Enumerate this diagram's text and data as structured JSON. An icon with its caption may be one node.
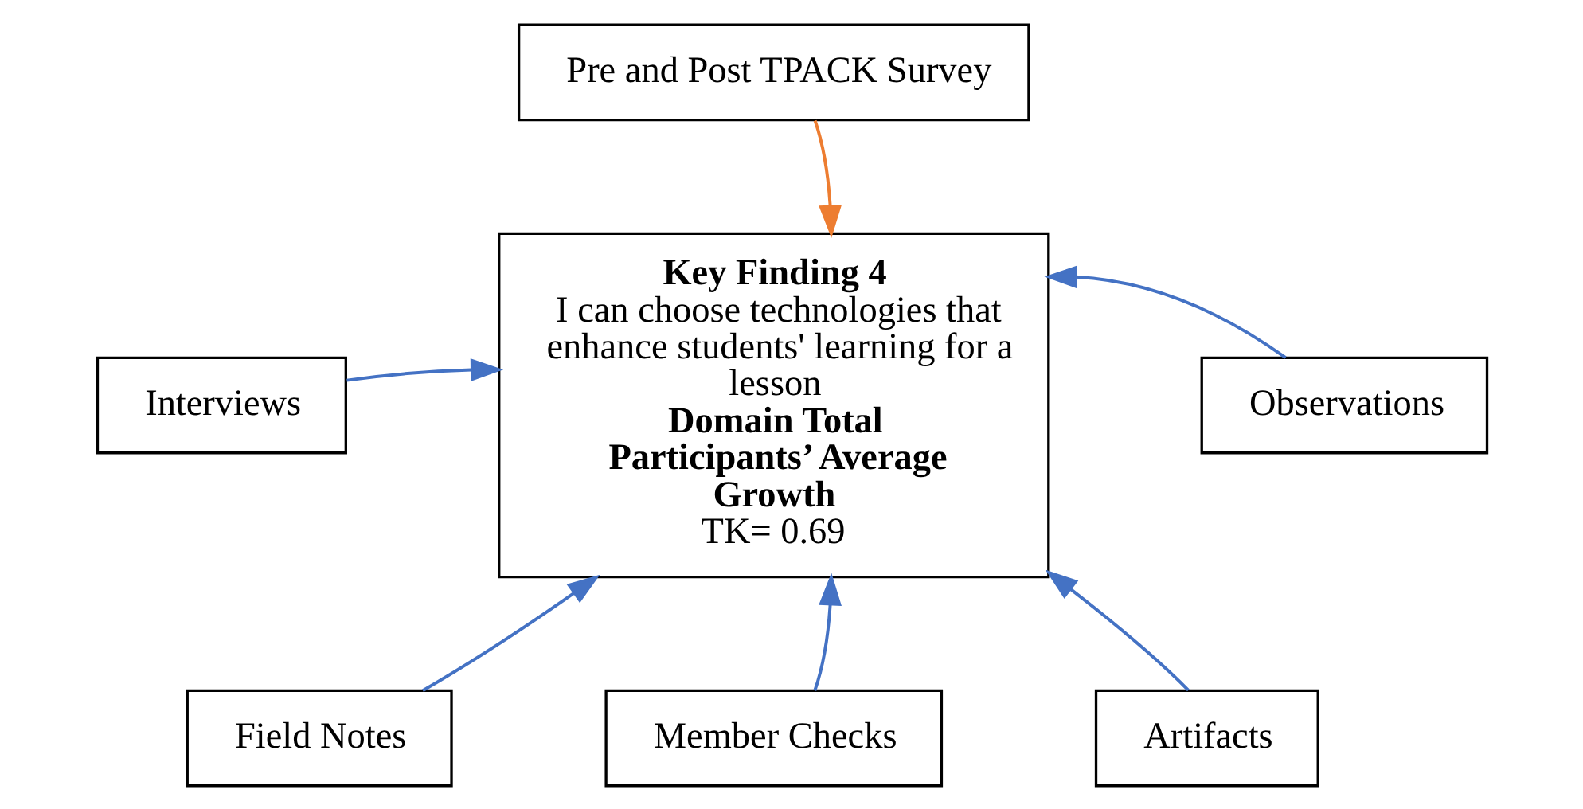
{
  "diagram": {
    "nodes": [
      {
        "text": [
          "Pre and Post TPACK Survey"
        ]
      },
      {
        "text": [
          "Interviews"
        ]
      },
      {
        "text": [
          "Observations"
        ]
      },
      {
        "text": [
          "Key Finding 4",
          "I can choose technologies that enhance students' learning for a lesson",
          "Domain Total Participants’ Average Growth",
          "TK= 0.69"
        ]
      },
      {
        "text": [
          "Field Notes"
        ]
      },
      {
        "text": [
          "Artifacts"
        ]
      },
      {
        "text": [
          "Member Checks"
        ]
      }
    ],
    "edges": [
      {
        "from": 0,
        "to": 3,
        "arrow": "to",
        "color": "#ed7d31"
      },
      {
        "from": 1,
        "to": 3,
        "arrow": "to"
      },
      {
        "from": 2,
        "to": 3,
        "arrow": "to"
      },
      {
        "from": 4,
        "to": 3,
        "arrow": "to"
      },
      {
        "from": 5,
        "to": 3,
        "arrow": "to"
      },
      {
        "from": 6,
        "to": 3,
        "arrow": "to"
      }
    ]
  }
}
